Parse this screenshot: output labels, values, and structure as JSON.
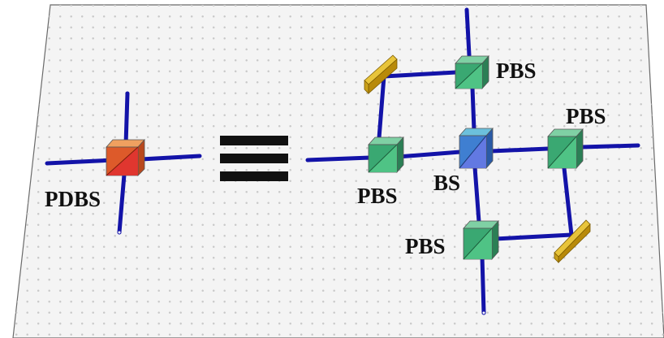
{
  "colors": {
    "table": "#f4f4f4",
    "table_edge": "#6a6a6a",
    "dot": "#c9c9c9",
    "beam": "#1313a8",
    "beam_dark": "#070760",
    "pbs": "#3aa872",
    "bs": "#3f7fd1",
    "pdbs": "#dd5a2a",
    "mirror": "#e2b51b",
    "equiv": "#111111"
  },
  "labels": {
    "pdbs": "PDBS",
    "pbs_top": "PBS",
    "pbs_right": "PBS",
    "pbs_left": "PBS",
    "pbs_bottom": "PBS",
    "bs": "BS"
  }
}
